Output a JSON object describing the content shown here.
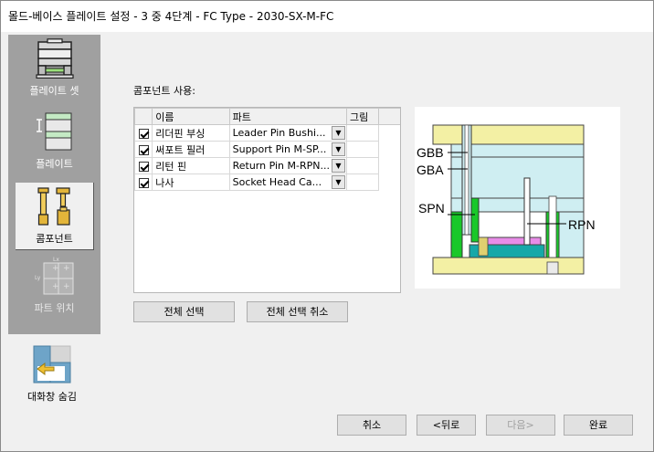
{
  "window": {
    "title": "몰드-베이스 플레이트 설정 - 3 중 4단계  - FC Type - 2030-SX-M-FC"
  },
  "sidebar": {
    "items": [
      {
        "label": "플레이트 셋",
        "icon": "plate-set-icon",
        "state": "normal"
      },
      {
        "label": "플레이트",
        "icon": "plate-icon",
        "state": "normal"
      },
      {
        "label": "콤포넌트",
        "icon": "component-icon",
        "state": "active"
      },
      {
        "label": "파트 위치",
        "icon": "part-location-icon",
        "state": "disabled",
        "icon_letters": [
          "Lx",
          "Ly"
        ]
      }
    ],
    "hide_dialog_label": "대화창 숨김"
  },
  "components": {
    "section_label": "콤포넌트 사용:",
    "columns": [
      "이름",
      "파트",
      "그림"
    ],
    "rows": [
      {
        "checked": true,
        "name": "리더핀 부싱",
        "part": "Leader Pin Bushi..."
      },
      {
        "checked": true,
        "name": "써포트 필러",
        "part": "Support Pin M-SP..."
      },
      {
        "checked": true,
        "name": "리턴 핀",
        "part": "Return Pin M-RPN..."
      },
      {
        "checked": true,
        "name": "나사",
        "part": "Socket Head Ca..."
      }
    ],
    "select_all_label": "전체 선택",
    "deselect_all_label": "전체 선택 취소"
  },
  "preview": {
    "labels": {
      "gbb": "GBB",
      "gba": "GBA",
      "spn": "SPN",
      "rpn": "RPN"
    }
  },
  "footer": {
    "cancel_label": "취소",
    "back_label": "<뒤로",
    "next_label": "다음>",
    "finish_label": "완료"
  },
  "colors": {
    "sidebar_bg": "#a0a0a0",
    "plate_yellow": "#f3f0a4",
    "plate_cyan": "#cfeef2",
    "pin_green": "#19c829",
    "ejector_teal": "#16a8a8",
    "ejector_pink": "#e88ce8"
  }
}
